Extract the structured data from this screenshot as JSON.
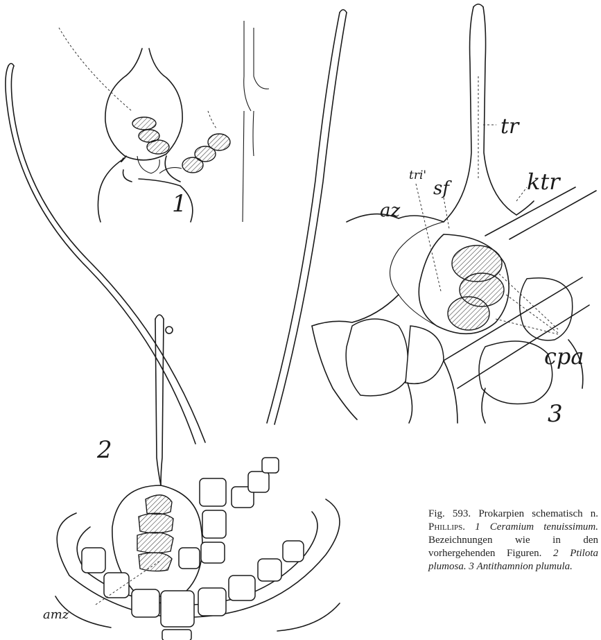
{
  "figure": {
    "labels": {
      "panel1": "1",
      "panel2": "2",
      "panel3": "3",
      "tr": "tr",
      "tri": "tri'",
      "sf": "sf",
      "ktr": "ktr",
      "az": "az",
      "cpa": "cpa",
      "amz": "amz"
    },
    "caption": {
      "fig": "Fig. 593.",
      "text1": "Prokarpien schematisch n.",
      "author": "Phillips.",
      "num1": "1",
      "sp1": "Ceramium tenuissimum.",
      "text2": "Bezeichnungen wie in den vorhergehenden Figuren.",
      "num2": "2",
      "sp2": "Ptilota plumosa.",
      "num3": "3",
      "sp3": "Antithamnion plumula."
    }
  }
}
